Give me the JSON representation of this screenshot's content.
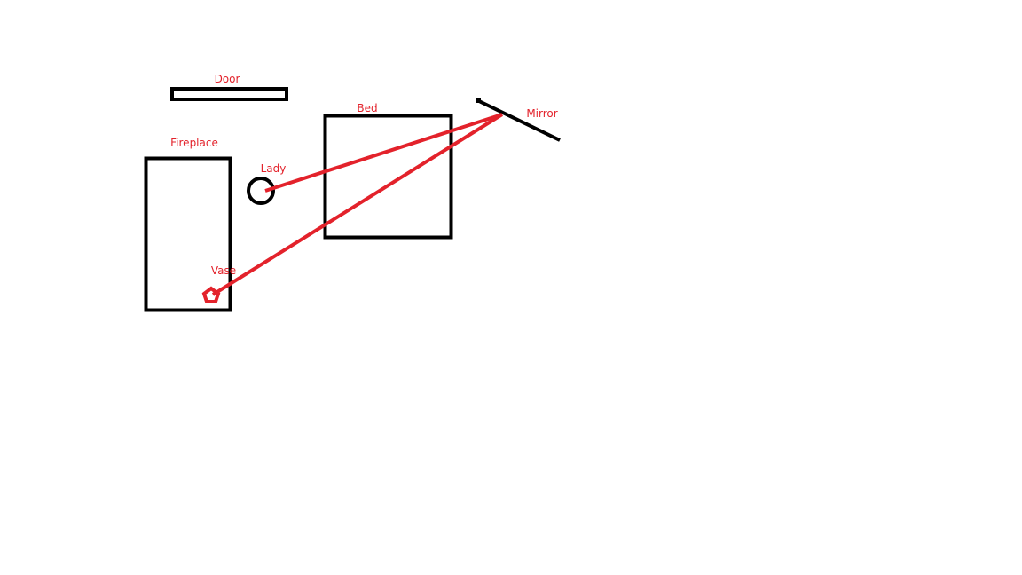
{
  "labels": {
    "door": "Door",
    "bed": "Bed",
    "mirror": "Mirror",
    "fireplace": "Fireplace",
    "lady": "Lady",
    "vase": "Vase"
  },
  "colors": {
    "outline": "#000000",
    "accent": "#e3222b"
  }
}
